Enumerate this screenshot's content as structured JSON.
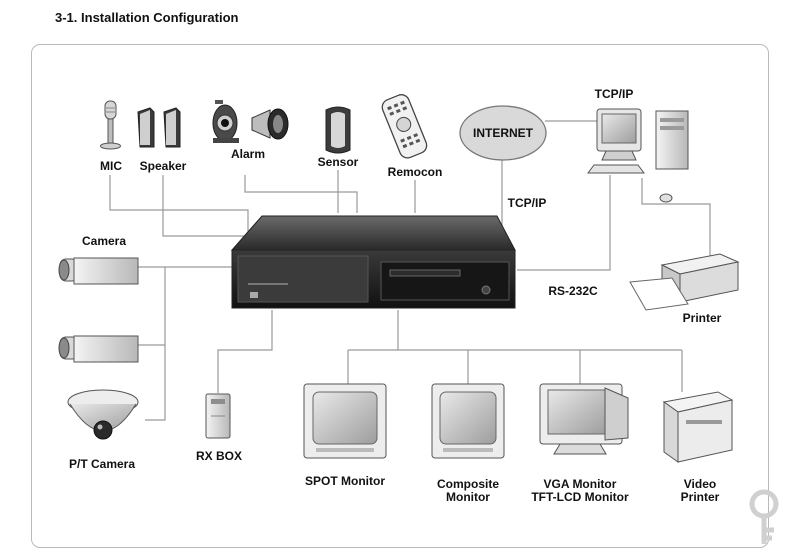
{
  "title": "3-1. Installation Configuration",
  "labels": {
    "mic": "MIC",
    "speaker": "Speaker",
    "alarm": "Alarm",
    "sensor": "Sensor",
    "remocon": "Remocon",
    "internet": "INTERNET",
    "tcpip_top": "TCP/IP",
    "tcpip_mid": "TCP/IP",
    "camera": "Camera",
    "rs232c": "RS-232C",
    "printer": "Printer",
    "pt_camera": "P/T Camera",
    "rx_box": "RX BOX",
    "spot_monitor": "SPOT Monitor",
    "composite_monitor_1": "Composite",
    "composite_monitor_2": "Monitor",
    "vga_monitor_1": "VGA Monitor",
    "vga_monitor_2": "TFT-LCD Monitor",
    "video_printer_1": "Video",
    "video_printer_2": "Printer"
  },
  "colors": {
    "line": "#9a9a9a",
    "frame": "#b9b9b9",
    "device_dark": "#2b2b2b",
    "internet_fill": "#d9d9d9"
  }
}
